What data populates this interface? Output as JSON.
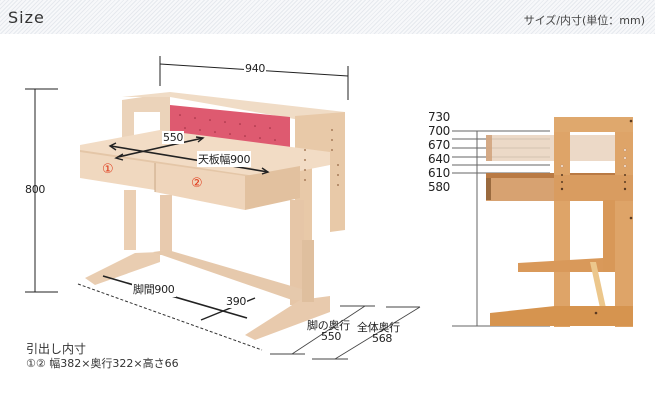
{
  "header": {
    "title": "Size",
    "unit_label": "サイズ/内寸(単位：mm)"
  },
  "front_view": {
    "overall_width": "940",
    "height": "800",
    "top_depth": "550",
    "top_width": "天板幅900",
    "drawer_1": "①",
    "drawer_2": "②",
    "leg_span": "脚間900",
    "leg_inner_depth": "390",
    "leg_depth_label": "脚の奥行",
    "leg_depth_value": "550",
    "total_depth_label": "全体奥行",
    "total_depth_value": "568"
  },
  "drawer_note": {
    "title": "引出し内寸",
    "detail": "①②  幅382×奥行322×高さ66"
  },
  "side_view": {
    "heights": [
      "730",
      "700",
      "670",
      "640",
      "610",
      "580"
    ]
  },
  "colors": {
    "wood_light": "#e9cfb4",
    "wood_side": "#d99a5a",
    "pinboard": "#e0566e",
    "accent_number": "#e03a1a"
  }
}
